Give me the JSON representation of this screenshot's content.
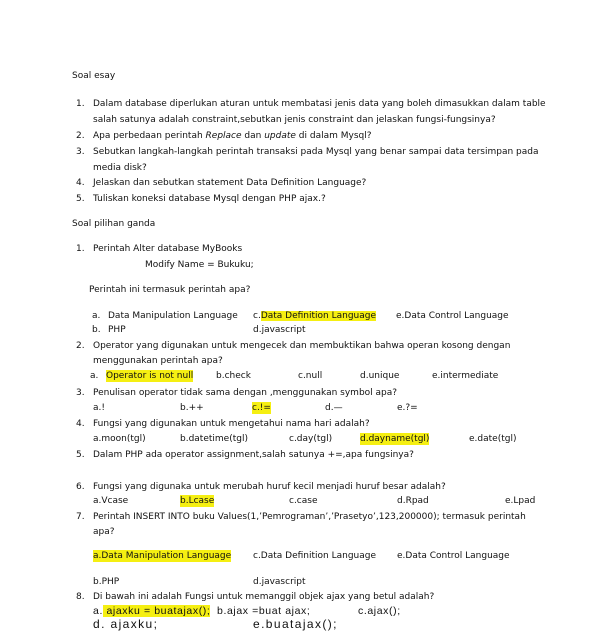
{
  "essay": {
    "heading": "Soal esay",
    "q1": {
      "num": "1.",
      "line1": "Dalam database diperlukan aturan untuk membatasi jenis data yang boleh dimasukkan dalam table",
      "line2": "salah satunya adalah constraint,sebutkan jenis constraint dan jelaskan fungsi-fungsinya?"
    },
    "q2": {
      "num": "2.",
      "pre": "Apa perbedaan perintah ",
      "replace": "Replace",
      "mid": " dan ",
      "update": "update",
      "post": " di dalam Mysql?"
    },
    "q3": {
      "num": "3.",
      "line1": "Sebutkan langkah-langkah perintah transaksi pada Mysql yang benar sampai data tersimpan pada",
      "line2": "media disk?"
    },
    "q4": {
      "num": "4.",
      "text": "Jelaskan dan sebutkan statement Data Definition Language?"
    },
    "q5": {
      "num": "5.",
      "text": "Tuliskan koneksi database Mysql dengan PHP ajax.?"
    }
  },
  "mc": {
    "heading": "Soal pilihan ganda",
    "q1": {
      "num": "1.",
      "line1": "Perintah Alter database MyBooks",
      "line2": "Modify Name = Bukuku;",
      "question": "Perintah ini termasuk perintah apa?",
      "a": "a.",
      "a_text": "Data Manipulation Language",
      "c_prefix": "c.",
      "c_text": "Data Definition Language",
      "e": "e.Data Control Language",
      "b": "b.",
      "b_text": "PHP",
      "d": "d.javascript"
    },
    "q2": {
      "num": "2.",
      "line1": "Operator yang digunakan untuk mengecek  dan membuktikan bahwa operan kosong dengan",
      "line2": "menggunakan perintah apa?",
      "a_prefix": "a.",
      "a_text": "Operator is not null",
      "b": "b.check",
      "c": "c.null",
      "d": "d.unique",
      "e": "e.intermediate"
    },
    "q3": {
      "num": "3.",
      "text": "Penulisan operator tidak sama dengan ,menggunakan symbol apa?",
      "a": "a.!",
      "b": "b.++",
      "c": "c.!=",
      "d": "d.—",
      "e": "e.?="
    },
    "q4": {
      "num": "4.",
      "text": "Fungsi yang digunakan untuk mengetahui nama hari adalah?",
      "a": "a.moon(tgl)",
      "b": "b.datetime(tgl)",
      "c": "c.day(tgl)",
      "d": "d.dayname(tgl)",
      "e": "e.date(tgl)"
    },
    "q5": {
      "num": "5.",
      "text": "Dalam PHP ada operator assignment,salah satunya +=,apa fungsinya?"
    },
    "q6": {
      "num": "6.",
      "text": "Fungsi yang digunaka untuk merubah huruf kecil menjadi huruf besar adalah?",
      "a": "a.Vcase",
      "b": "b.Lcase",
      "c": "c.case",
      "d": "d.Rpad",
      "e": "e.Lpad"
    },
    "q7": {
      "num": "7.",
      "line1": "Perintah INSERT INTO buku Values(1,’Pemrograman’,’Prasetyo’,123,200000); termasuk perintah",
      "line2": "apa?",
      "a": "a.Data Manipulation Language",
      "c": "c.Data Definition Language",
      "e": "e.Data Control Language",
      "b": "b.PHP",
      "d": "d.javascript"
    },
    "q8": {
      "num": "8.",
      "text": "Di bawah ini adalah Fungsi untuk memanggil objek ajax yang betul adalah?",
      "a_prefix": "a.",
      "a_text": " ajaxku  =  buatajax();",
      "b": "b.ajax =buat ajax;",
      "c": "c.ajax();",
      "d": "d. ajaxku;",
      "e": "e.buatajax();"
    }
  }
}
